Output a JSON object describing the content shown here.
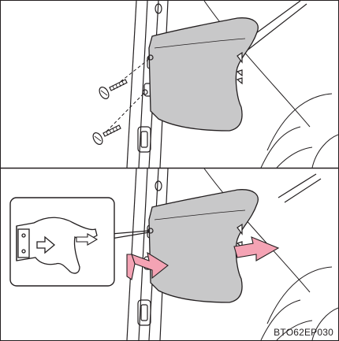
{
  "figure": {
    "code": "BTO62EP030",
    "panels": [
      {
        "id": "top",
        "step": "remove-two-screws"
      },
      {
        "id": "bottom",
        "step": "pull-cover-outward"
      }
    ],
    "colors": {
      "line": "#231f20",
      "cover_fill": "#c8c8c9",
      "arrow_fill": "#f4a3b4",
      "background": "#ffffff"
    },
    "icons": [
      "screw-icon",
      "hand-icon",
      "removal-arrow-icon"
    ]
  }
}
